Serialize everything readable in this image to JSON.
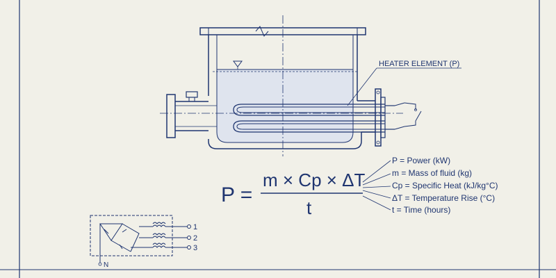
{
  "labels": {
    "heater_element": "HEATER ELEMENT (P)",
    "formula_lhs": "P =",
    "numerator": "m × Cp × ΔT",
    "denominator": "t",
    "legend": [
      "P = Power (kW)",
      "m = Mass of fluid (kg)",
      "Cp = Specific Heat (kJ/kg°C)",
      "ΔT = Temperature Rise (°C)",
      "t = Time (hours)"
    ],
    "terminals": [
      "1",
      "2",
      "3"
    ],
    "neutral": "N"
  },
  "colors": {
    "ink": "#1f3570",
    "paper": "#f1f0e8",
    "liquid": "#dfe4ee"
  }
}
